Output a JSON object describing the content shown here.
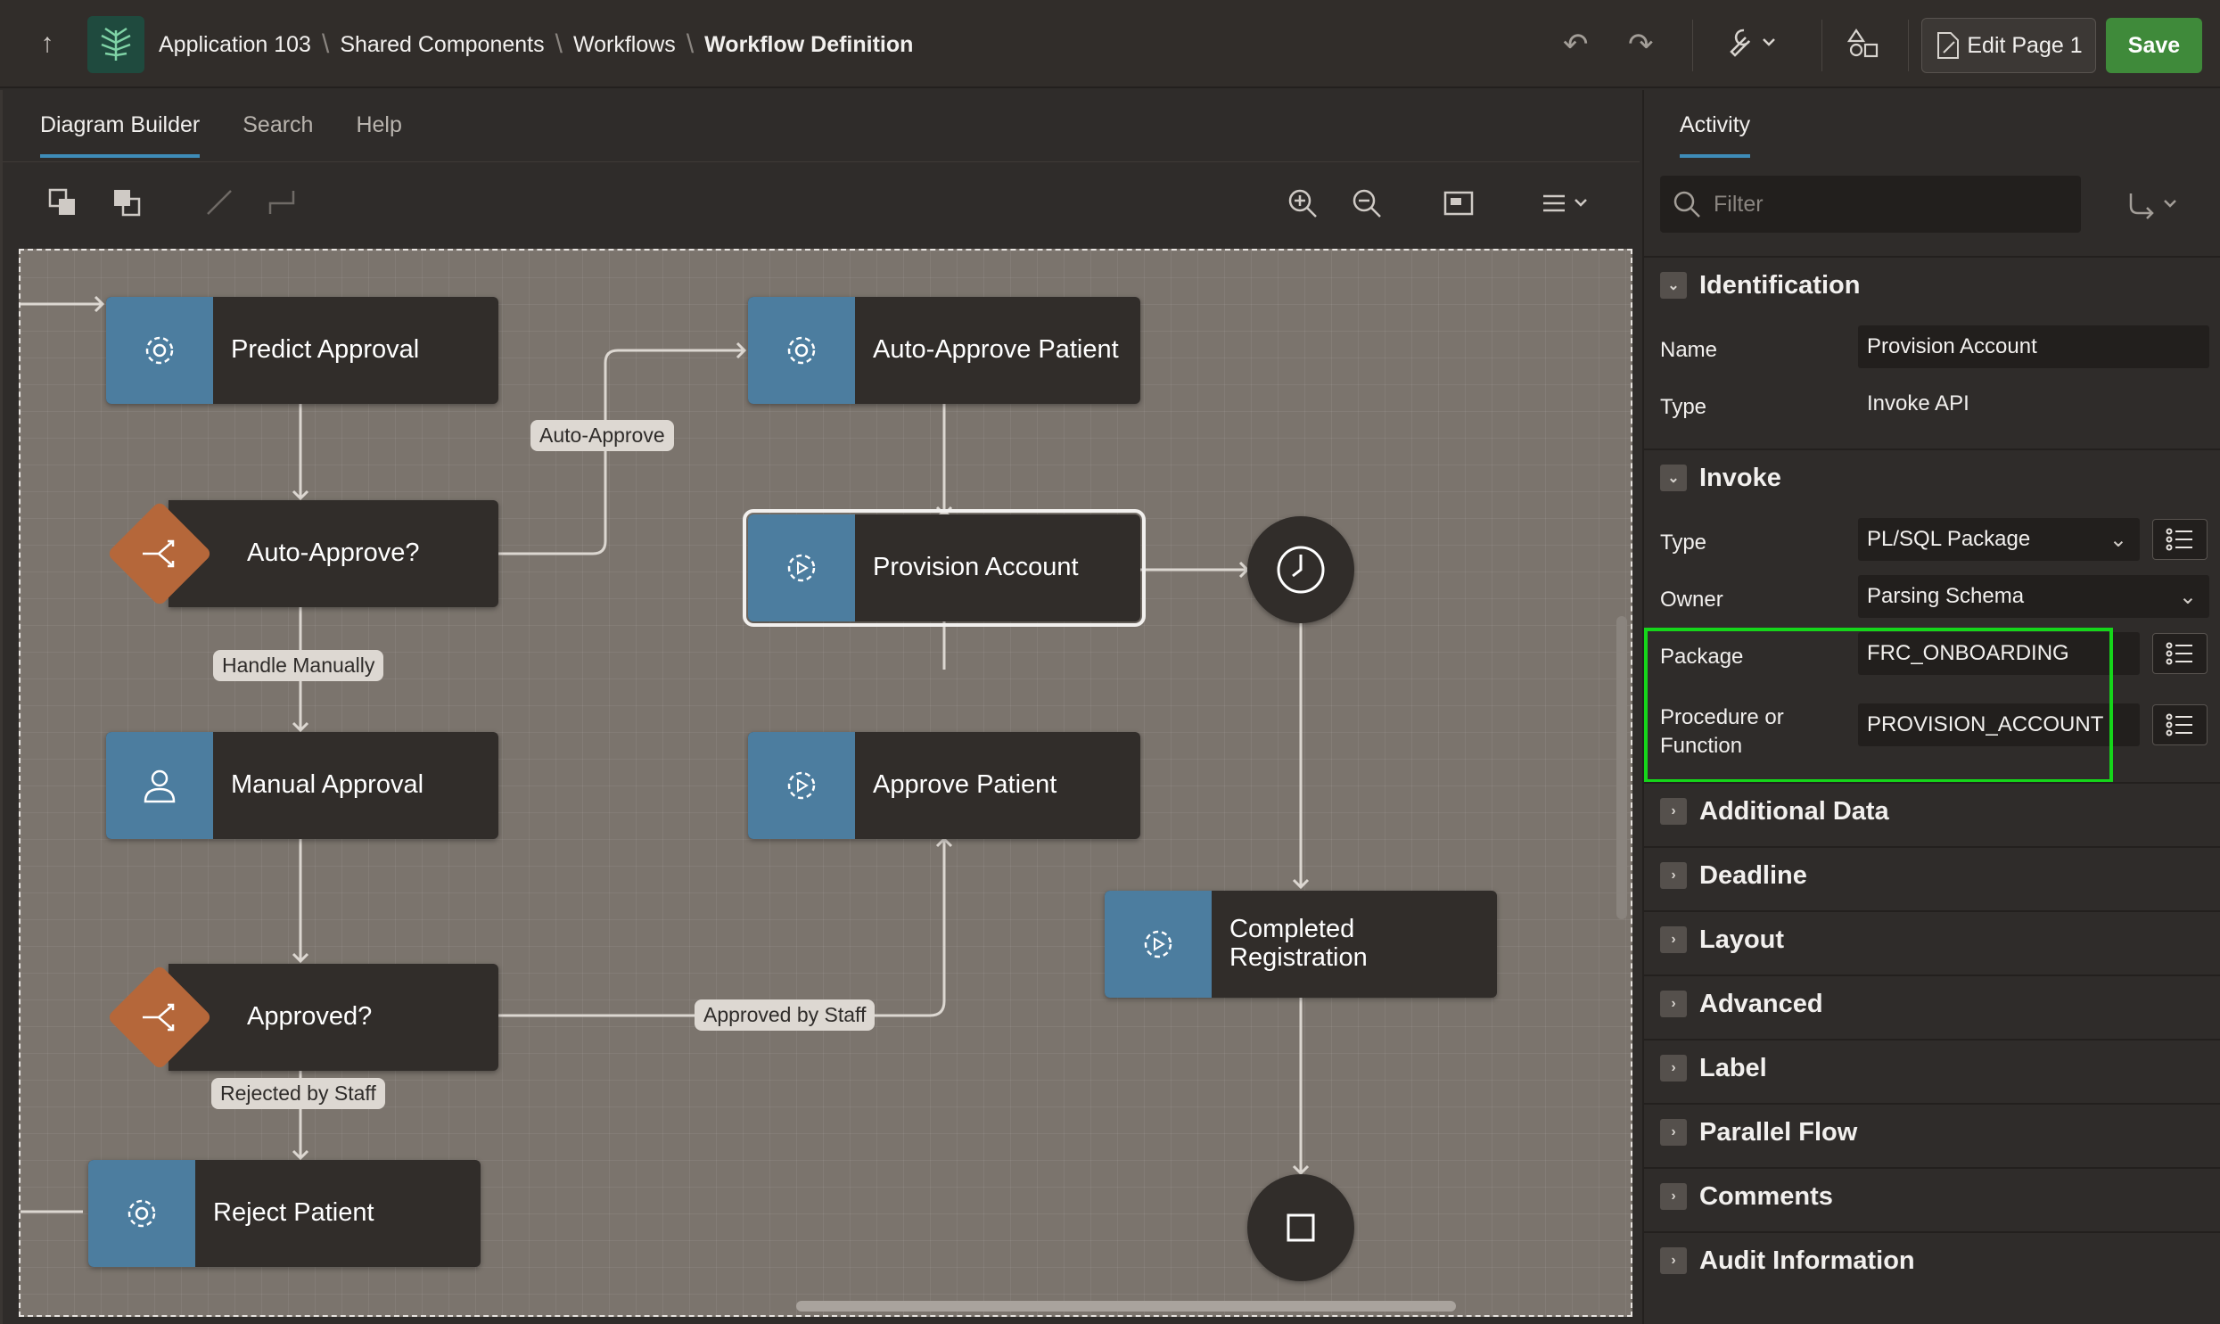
{
  "header": {
    "breadcrumbs": [
      "Application 103",
      "Shared Components",
      "Workflows",
      "Workflow Definition"
    ],
    "edit_page_label": "Edit Page 1",
    "save_label": "Save"
  },
  "left_tabs": [
    "Diagram Builder",
    "Search",
    "Help"
  ],
  "diagram": {
    "nodes": {
      "predict_approval": "Predict Approval",
      "auto_approve_q": "Auto-Approve?",
      "manual_approval": "Manual Approval",
      "approved_q": "Approved?",
      "reject_patient": "Reject Patient",
      "auto_approve_patient": "Auto-Approve Patient",
      "provision_account": "Provision Account",
      "approve_patient": "Approve Patient",
      "completed_registration": "Completed\nRegistration"
    },
    "edge_labels": {
      "auto_approve": "Auto-Approve",
      "handle_manually": "Handle Manually",
      "approved_by_staff": "Approved by Staff",
      "rejected_by_staff": "Rejected by Staff"
    }
  },
  "right_panel": {
    "tab": "Activity",
    "filter_placeholder": "Filter",
    "identification": {
      "title": "Identification",
      "name_label": "Name",
      "name_value": "Provision Account",
      "type_label": "Type",
      "type_value": "Invoke API"
    },
    "invoke": {
      "title": "Invoke",
      "type_label": "Type",
      "type_value": "PL/SQL Package",
      "owner_label": "Owner",
      "owner_value": "Parsing Schema",
      "package_label": "Package",
      "package_value": "FRC_ONBOARDING",
      "procedure_label": "Procedure or\nFunction",
      "procedure_value": "PROVISION_ACCOUNT"
    },
    "collapsed_groups": [
      "Additional Data",
      "Deadline",
      "Layout",
      "Advanced",
      "Label",
      "Parallel Flow",
      "Comments",
      "Audit Information"
    ]
  },
  "colors": {
    "highlight": "#15d61a",
    "save_button": "#3f8a3a",
    "activity_icon": "#4c7d9f",
    "gateway": "#b5673a"
  }
}
